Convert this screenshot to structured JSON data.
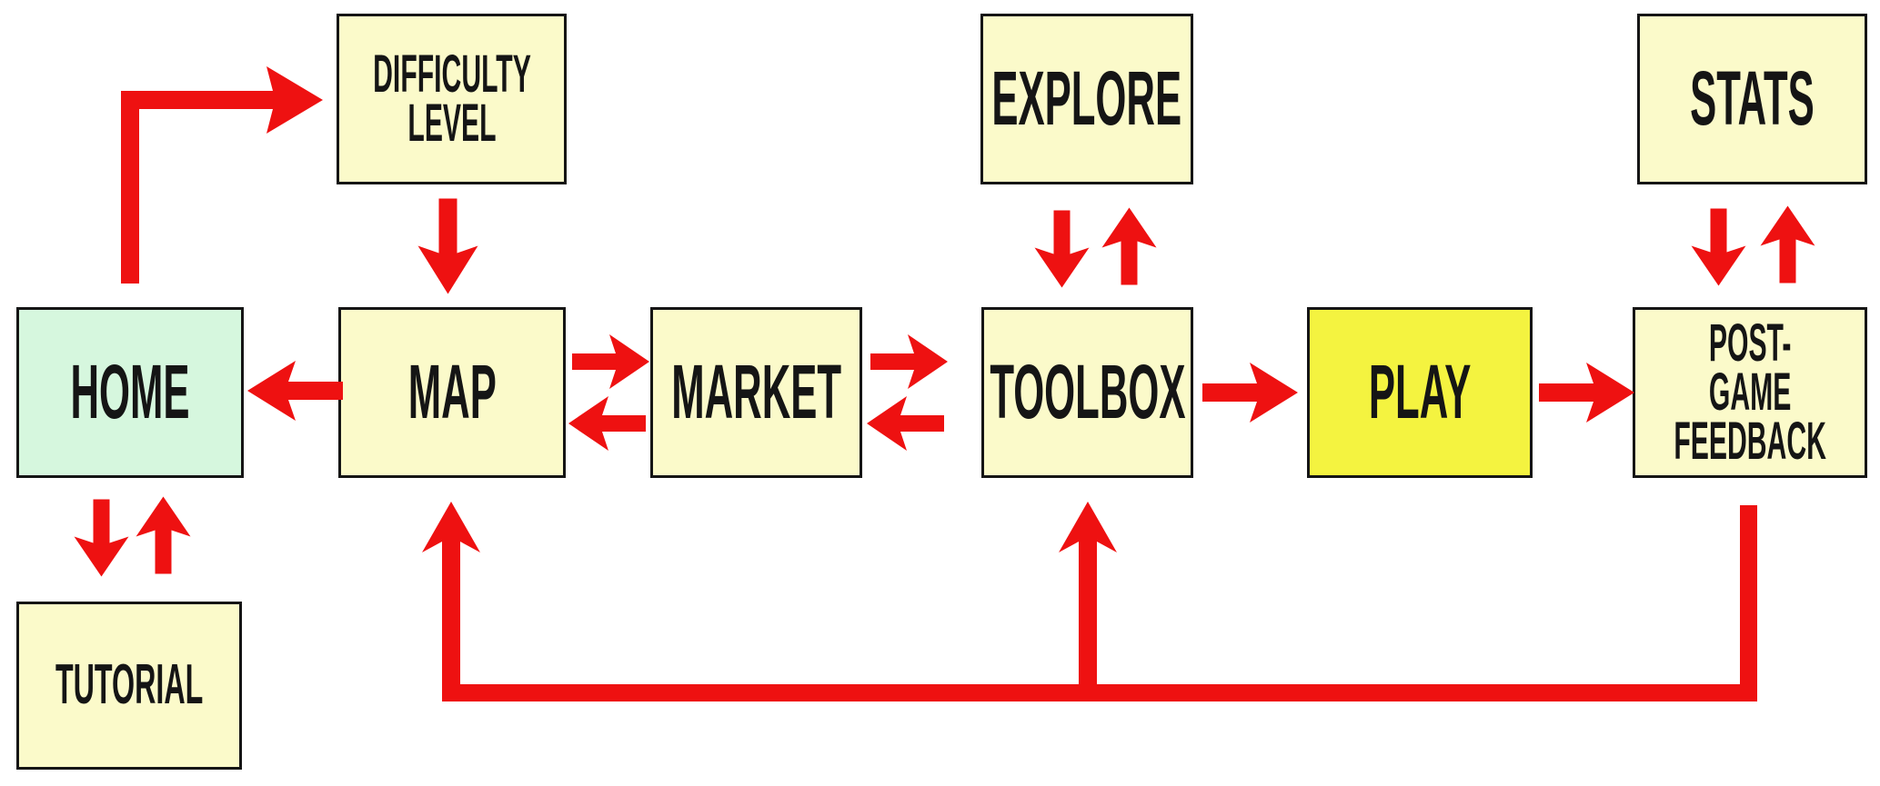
{
  "diagram": {
    "description": "Game screen-flow diagram",
    "nodes": {
      "home": {
        "label": "HOME"
      },
      "difficulty": {
        "label": "DIFFICULTY\nLEVEL"
      },
      "map": {
        "label": "MAP"
      },
      "market": {
        "label": "MARKET"
      },
      "explore": {
        "label": "EXPLORE"
      },
      "toolbox": {
        "label": "TOOLBOX"
      },
      "play": {
        "label": "PLAY"
      },
      "stats": {
        "label": "STATS"
      },
      "postgame": {
        "label": "POST-GAME\nFEEDBACK"
      },
      "tutorial": {
        "label": "TUTORIAL"
      }
    },
    "edges": [
      {
        "from": "HOME",
        "to": "DIFFICULTY LEVEL",
        "direction": "one-way"
      },
      {
        "from": "DIFFICULTY LEVEL",
        "to": "MAP",
        "direction": "one-way"
      },
      {
        "from": "MAP",
        "to": "HOME",
        "direction": "one-way"
      },
      {
        "from": "MAP",
        "to": "MARKET",
        "direction": "two-way"
      },
      {
        "from": "MARKET",
        "to": "TOOLBOX",
        "direction": "two-way"
      },
      {
        "from": "EXPLORE",
        "to": "TOOLBOX",
        "direction": "two-way"
      },
      {
        "from": "TOOLBOX",
        "to": "PLAY",
        "direction": "one-way"
      },
      {
        "from": "PLAY",
        "to": "POST-GAME FEEDBACK",
        "direction": "one-way"
      },
      {
        "from": "STATS",
        "to": "POST-GAME FEEDBACK",
        "direction": "two-way"
      },
      {
        "from": "HOME",
        "to": "TUTORIAL",
        "direction": "two-way"
      },
      {
        "from": "POST-GAME FEEDBACK",
        "to": "MAP",
        "direction": "one-way"
      },
      {
        "from": "POST-GAME FEEDBACK",
        "to": "TOOLBOX",
        "direction": "one-way"
      }
    ],
    "colors": {
      "box_fill": "#fbfaca",
      "home_fill": "#d6f7de",
      "play_fill": "#f4f340",
      "arrow_red": "#ee1111",
      "border_ink": "#151515",
      "background": "#ffffff"
    }
  }
}
